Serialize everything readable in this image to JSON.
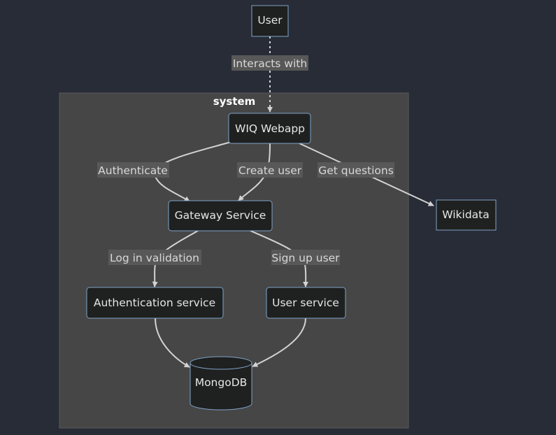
{
  "cluster": {
    "title": "system"
  },
  "nodes": {
    "user": "User",
    "webapp": "WIQ Webapp",
    "gateway": "Gateway Service",
    "auth": "Authentication service",
    "userservice": "User service",
    "mongodb": "MongoDB",
    "wikidata": "Wikidata"
  },
  "edges": {
    "interacts": "Interacts with",
    "authenticate": "Authenticate",
    "create_user": "Create user",
    "get_questions": "Get questions",
    "login_validation": "Log in validation",
    "signup_user": "Sign up user"
  },
  "colors": {
    "background": "#282c37",
    "cluster_fill": "#464646",
    "cluster_stroke": "#5a5a5a",
    "node_fill": "#1f2020",
    "node_stroke": "#7fa4c8",
    "edge": "#d3d3d3",
    "label_bg": "#585858"
  }
}
